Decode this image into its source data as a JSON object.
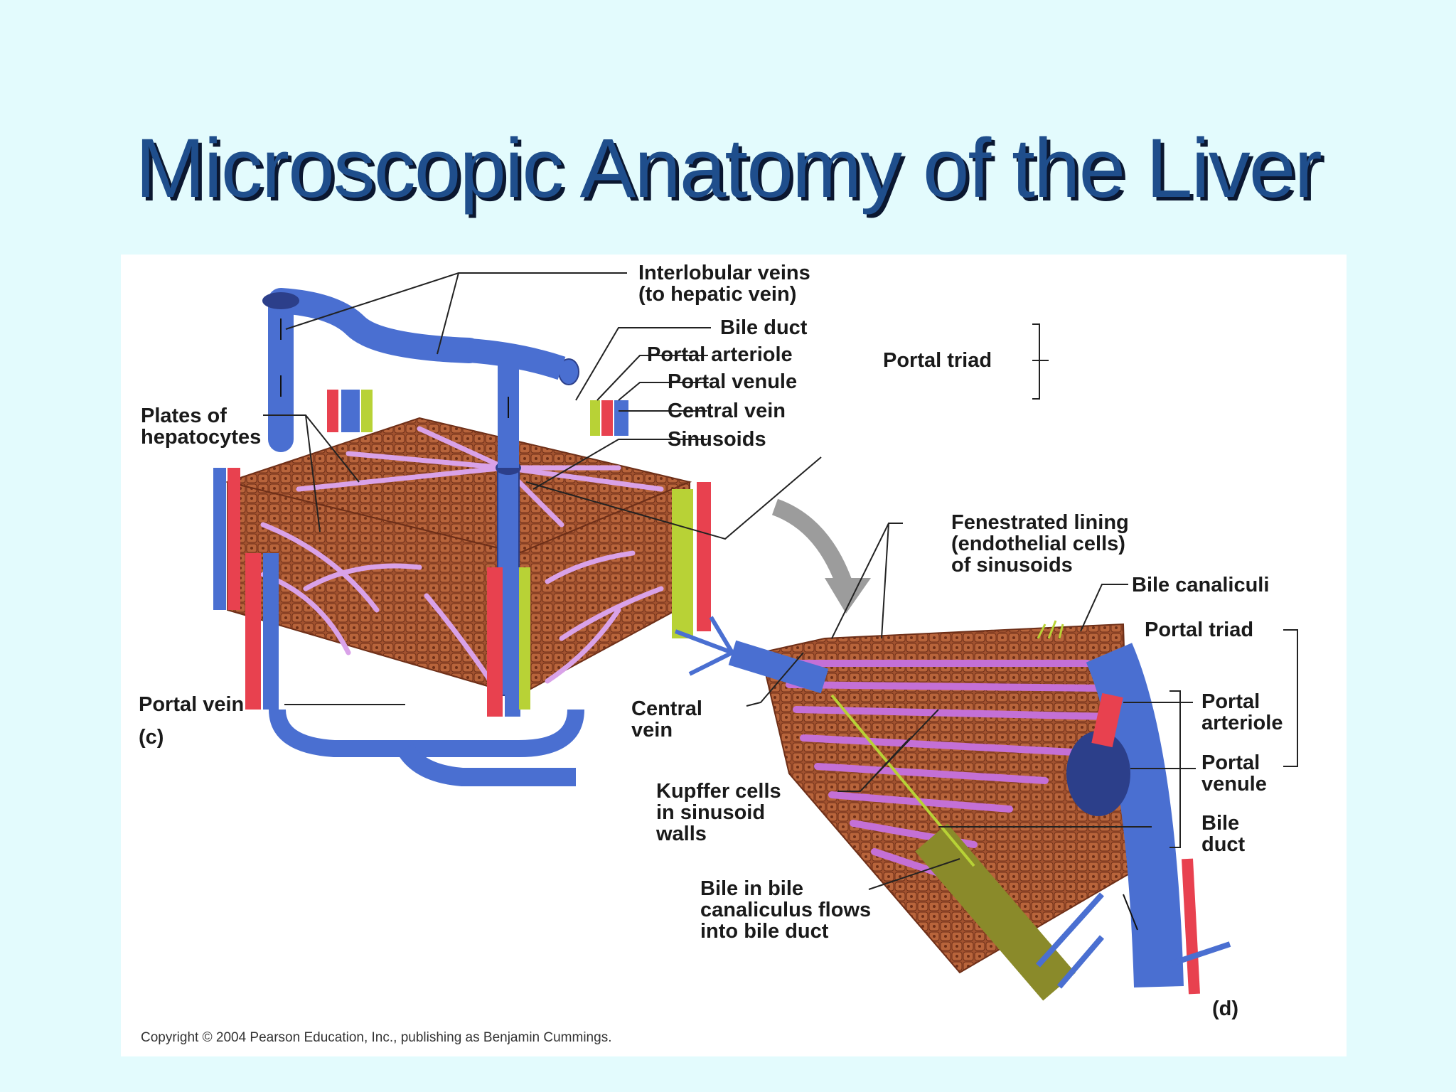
{
  "slide": {
    "title": "Microscopic Anatomy of the Liver"
  },
  "panel_c": {
    "interlobular_veins": [
      "Interlobular veins",
      "(to hepatic vein)"
    ],
    "bile_duct": "Bile duct",
    "portal_arteriole": "Portal arteriole",
    "portal_venule": "Portal venule",
    "portal_triad": "Portal triad",
    "central_vein": "Central vein",
    "sinusoids": "Sinusoids",
    "plates_of_hepatocytes": [
      "Plates of",
      "hepatocytes"
    ],
    "portal_vein": "Portal vein",
    "panel_label": "(c)"
  },
  "panel_d": {
    "fenestrated_lining": [
      "Fenestrated lining",
      "(endothelial cells)",
      "of sinusoids"
    ],
    "bile_canaliculi": "Bile canaliculi",
    "portal_triad": "Portal triad",
    "portal_arteriole": [
      "Portal",
      "arteriole"
    ],
    "portal_venule": [
      "Portal",
      "venule"
    ],
    "bile_duct": [
      "Bile",
      "duct"
    ],
    "central_vein": [
      "Central",
      "vein"
    ],
    "kupffer_cells": [
      "Kupffer cells",
      "in sinusoid",
      "walls"
    ],
    "bile_flow": [
      "Bile in bile",
      "canaliculus flows",
      "into bile duct"
    ],
    "panel_label": "(d)"
  },
  "copyright": "Copyright © 2004 Pearson Education, Inc., publishing as Benjamin Cummings.",
  "colors": {
    "vein_blue": "#4a6fd1",
    "artery_red": "#e8414f",
    "bile_green": "#b8d236",
    "tissue_brown": "#9a4a2e",
    "sinusoid_pink": "#d9a2e8",
    "title_blue": "#1f4e8c"
  }
}
